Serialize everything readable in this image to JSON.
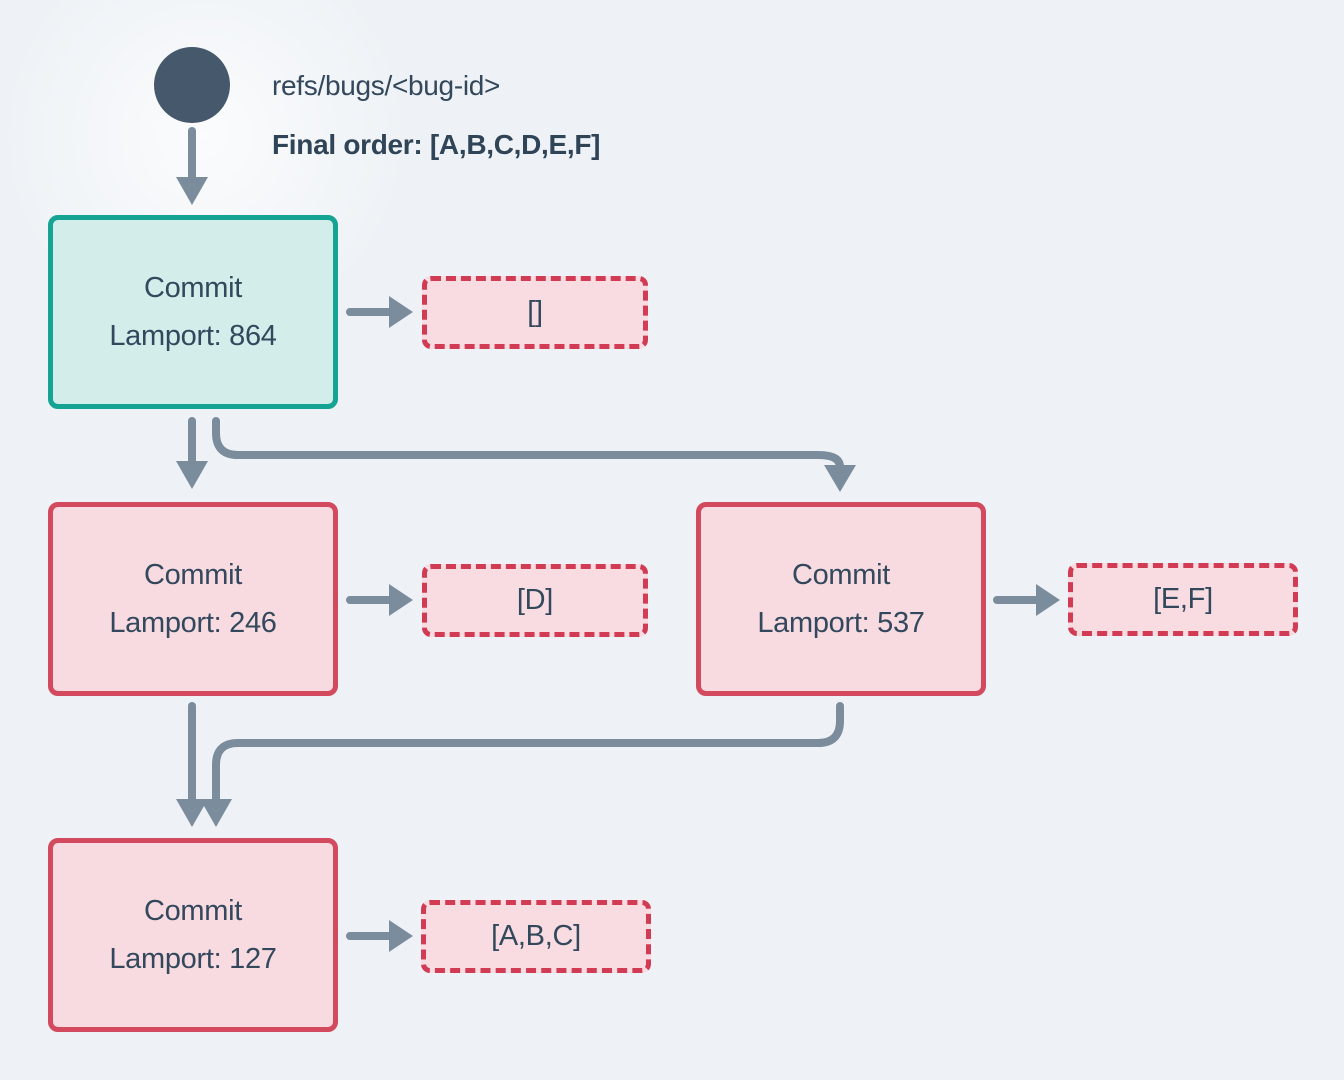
{
  "header": {
    "ref_label": "refs/bugs/<bug-id>",
    "final_order_label": "Final order: [A,B,C,D,E,F]"
  },
  "nodes": [
    {
      "id": "commit-864",
      "title": "Commit",
      "lamport_label": "Lamport: 864",
      "output_label": "[]",
      "role": "head"
    },
    {
      "id": "commit-246",
      "title": "Commit",
      "lamport_label": "Lamport: 246",
      "output_label": "[D]",
      "role": "normal"
    },
    {
      "id": "commit-537",
      "title": "Commit",
      "lamport_label": "Lamport: 537",
      "output_label": "[E,F]",
      "role": "normal"
    },
    {
      "id": "commit-127",
      "title": "Commit",
      "lamport_label": "Lamport: 127",
      "output_label": "[A,B,C]",
      "role": "normal"
    }
  ],
  "edges": [
    {
      "from": "ref-circle",
      "to": "commit-864"
    },
    {
      "from": "commit-864",
      "to": "commit-246"
    },
    {
      "from": "commit-864",
      "to": "commit-537"
    },
    {
      "from": "commit-246",
      "to": "commit-127"
    },
    {
      "from": "commit-537",
      "to": "commit-127"
    },
    {
      "from": "commit-864",
      "to": "output-empty"
    },
    {
      "from": "commit-246",
      "to": "output-d"
    },
    {
      "from": "commit-537",
      "to": "output-ef"
    },
    {
      "from": "commit-127",
      "to": "output-abc"
    }
  ],
  "colors": {
    "background": "#eef2f6",
    "arrow": "#7b8c9c",
    "ref_circle": "#46586b",
    "text": "#33485c",
    "head_node_border": "#15a493",
    "head_node_fill": "#d2edea",
    "node_border": "#d34a5f",
    "node_fill": "#f7dbe1",
    "list_border": "#d23b54",
    "list_fill": "#f8dce1"
  }
}
